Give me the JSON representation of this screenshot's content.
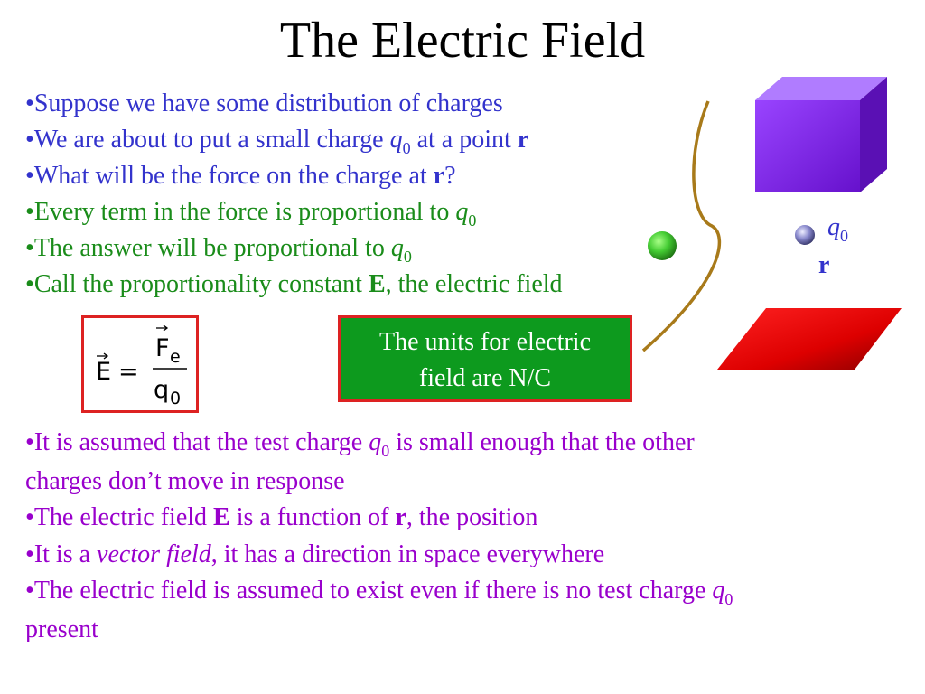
{
  "title": "The Electric Field",
  "bullet": "•",
  "top_bullets": {
    "b1": {
      "text": "Suppose we have some distribution of charges"
    },
    "b2": {
      "pre": "We are about to put a small charge ",
      "var": "q",
      "sub": "0",
      "mid": " at a point ",
      "bold": "r"
    },
    "b3": {
      "pre": "What will be the force on the charge at ",
      "bold": "r",
      "post": "?"
    },
    "b4": {
      "pre": "Every term in the force is proportional to ",
      "var": "q",
      "sub": "0"
    },
    "b5": {
      "pre": "The answer will be proportional to ",
      "var": "q",
      "sub": "0"
    },
    "b6": {
      "pre": "Call the proportionality constant ",
      "bold": "E",
      "post": ", the electric field"
    }
  },
  "formula": {
    "lhs": "E",
    "eq": "=",
    "num": "F",
    "num_sub": "e",
    "den": "q",
    "den_sub": "0"
  },
  "units_box": {
    "line1": "The units for electric",
    "line2": "field are N/C"
  },
  "figure": {
    "charge_label": "q",
    "charge_sub": "0",
    "position_label": "r"
  },
  "bottom_bullets": {
    "b1": {
      "pre": "It is assumed that the test charge ",
      "var": "q",
      "sub": "0",
      "post": " is small enough that the other",
      "line2": "charges don’t move in response"
    },
    "b2": {
      "pre": "The electric field ",
      "bold": "E",
      "mid": "  is a function of ",
      "bold2": "r",
      "post": ", the position"
    },
    "b3": {
      "pre": "It is a ",
      "italic": "vector field",
      "post": ", it has a direction in space everywhere"
    },
    "b4": {
      "pre": "The electric field is assumed to exist even if there is no test charge ",
      "var": "q",
      "sub": "0",
      "line2": "present"
    }
  },
  "colors": {
    "title": "#000000",
    "blue_text": "#3333cc",
    "green_text": "#1a8c1a",
    "purple_text": "#9900cc",
    "box_border": "#dd2222",
    "units_box_fill": "#0d9a1e",
    "cube": "#8833ee",
    "plane": "#ee0000",
    "curve": "#a87a1a",
    "green_sphere": "#44cc33",
    "test_charge_sphere": "#7777cc"
  }
}
